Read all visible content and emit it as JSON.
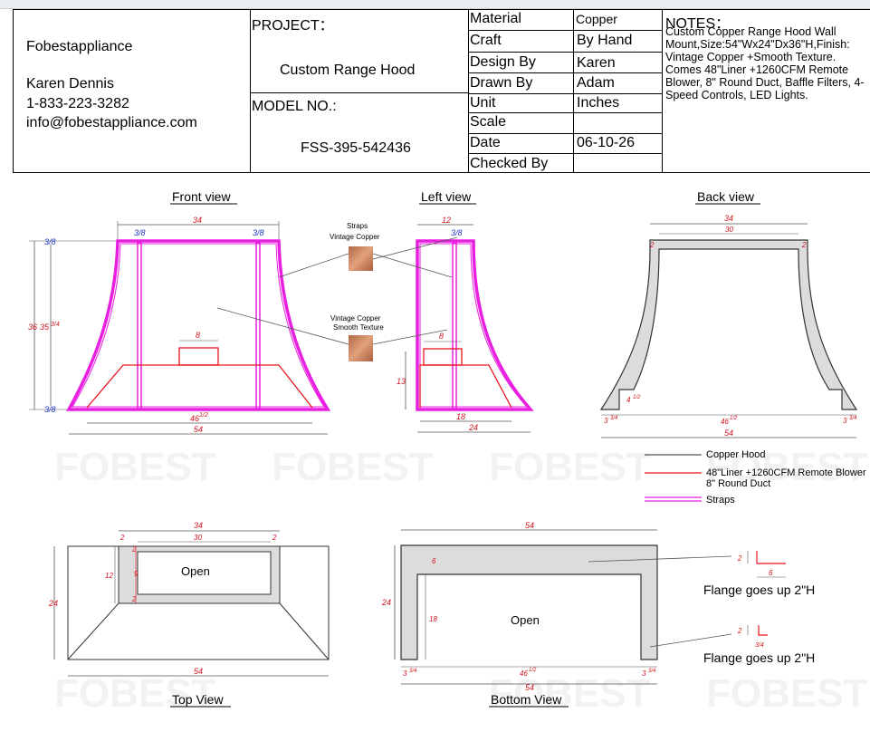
{
  "header": {
    "company": "Fobestappliance",
    "contact_name": "Karen Dennis",
    "phone": "1-833-223-3282",
    "email": "info@fobestappliance.com",
    "project_label": "PROJECT：",
    "project_name": "Custom Range Hood",
    "model_label": "MODEL NO.:",
    "model_number": "FSS-395-542436",
    "specs": [
      {
        "label": "Material",
        "value": "Copper"
      },
      {
        "label": "Craft",
        "value": "By Hand"
      },
      {
        "label": "Design By",
        "value": "Karen"
      },
      {
        "label": "Drawn By",
        "value": "Adam"
      },
      {
        "label": "Unit",
        "value": "Inches"
      },
      {
        "label": "Scale",
        "value": ""
      },
      {
        "label": "Date",
        "value": "06-10-26"
      },
      {
        "label": "Checked By",
        "value": ""
      }
    ],
    "notes_title": "NOTES：",
    "notes_body": "Custom Copper Range Hood Wall Mount,Size:54\"Wx24\"Dx36\"H,Finish: Vintage Copper +Smooth Texture. Comes 48\"Liner +1260CFM Remote Blower, 8\" Round Duct, Baffle Filters, 4-Speed Controls, LED Lights."
  },
  "views": {
    "front": "Front view",
    "left": "Left view",
    "back": "Back view",
    "top": "Top View",
    "bottom": "Bottom View"
  },
  "callouts": {
    "straps_1": "Straps",
    "straps_2": "Vintage Copper",
    "texture_1": "Vintage Copper",
    "texture_2": "Smooth Texture",
    "open": "Open",
    "flange": "Flange goes up 2\"H"
  },
  "legend": [
    {
      "label": "Copper Hood",
      "color": "#555555"
    },
    {
      "label": "48\"Liner +1260CFM Remote Blower",
      "label2": "8\" Round Duct",
      "color": "#e8141c"
    },
    {
      "label": "Straps",
      "color": "#e81ee0"
    }
  ],
  "dims": {
    "front_top": "34",
    "front_strap": "3/8",
    "front_h1": "36",
    "front_h2": "35",
    "front_h2_frac": "3/4",
    "front_duct": "8",
    "front_liner": "46",
    "front_liner_frac": "1/2",
    "front_bottom": "54",
    "left_top": "12",
    "left_strap": "3/8",
    "left_duct": "8",
    "left_liner_h": "13",
    "left_liner": "18",
    "left_bottom": "24",
    "back_top": "34",
    "back_inner": "30",
    "back_wall": "2",
    "back_side": "4",
    "back_side_frac": "1/2",
    "back_leg": "3",
    "back_leg_frac": "3/4",
    "back_liner": "46",
    "back_liner_frac": "1/2",
    "back_bottom": "54",
    "top_34": "34",
    "top_30": "30",
    "top_2": "2",
    "top_12": "12",
    "top_9": "9",
    "top_24": "24",
    "top_54": "54",
    "bot_54": "54",
    "bot_6": "6",
    "bot_24": "24",
    "bot_18": "18",
    "bot_leg": "3",
    "bot_leg_frac": "3/4",
    "bot_liner": "46",
    "bot_liner_frac": "1/2",
    "fl_2": "2",
    "fl_6": "6",
    "fl_frac": "3/4"
  },
  "colors": {
    "hood": "#555555",
    "liner": "#e8141c",
    "strap": "#e81ee0",
    "dim_red": "#d2141c",
    "dim_blue": "#1a2ec8",
    "copper": "#c9805a",
    "hood_fill": "#dcdcdc"
  }
}
